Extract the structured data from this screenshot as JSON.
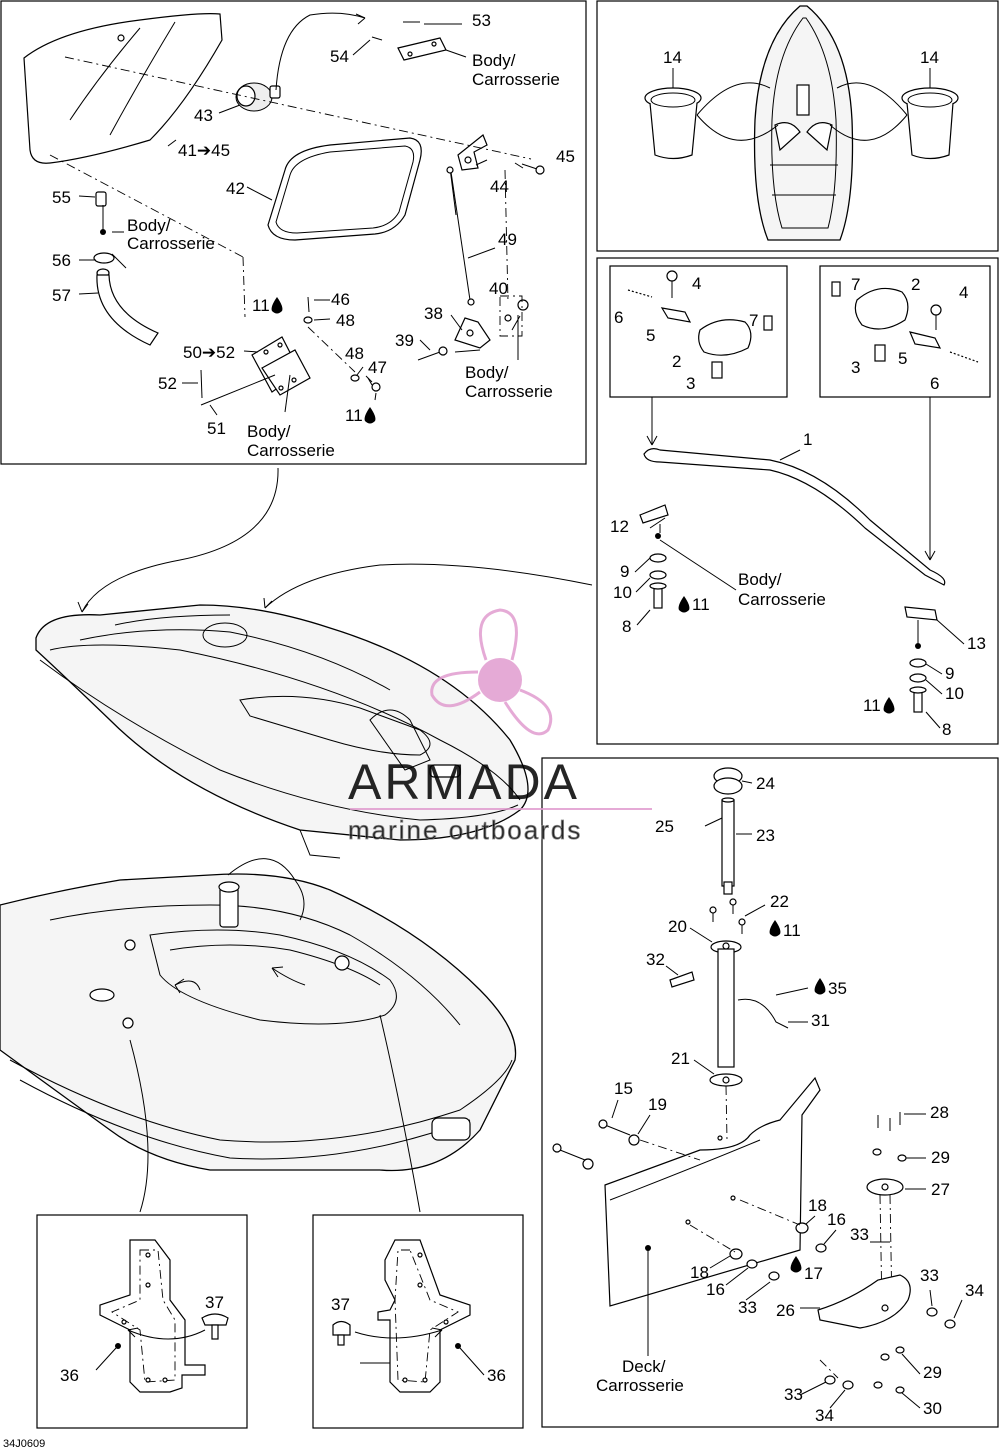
{
  "figure_code": "34J0609",
  "watermark": {
    "brand": "ARMADA",
    "tagline": "marine outboards",
    "accent_color": "#e19ccf",
    "text_color": "#555555"
  },
  "colors": {
    "line": "#000000",
    "background": "#ffffff"
  },
  "common": {
    "body_l1": "Body/",
    "body_l2": "Carrosserie",
    "deck_l1": "Deck/",
    "deck_l2": "Carrosserie",
    "loctite_icon": "oil-drop-icon"
  },
  "callouts": {
    "c1": "1",
    "c2": "2",
    "c3": "3",
    "c4": "4",
    "c5": "5",
    "c6": "6",
    "c7": "7",
    "c8": "8",
    "c9": "9",
    "c10": "10",
    "c11": "11",
    "c12": "12",
    "c13": "13",
    "c14": "14",
    "c15": "15",
    "c16": "16",
    "c17": "17",
    "c18": "18",
    "c19": "19",
    "c20": "20",
    "c21": "21",
    "c22": "22",
    "c23": "23",
    "c24": "24",
    "c25": "25",
    "c26": "26",
    "c27": "27",
    "c28": "28",
    "c29": "29",
    "c30": "30",
    "c31": "31",
    "c32": "32",
    "c33": "33",
    "c34": "34",
    "c35": "35",
    "c36": "36",
    "c37": "37",
    "c38": "38",
    "c39": "39",
    "c40": "40",
    "c41_45": "41➔45",
    "c42": "42",
    "c43": "43",
    "c44": "44",
    "c45": "45",
    "c46": "46",
    "c47": "47",
    "c48": "48",
    "c49": "49",
    "c50_52": "50➔52",
    "c51": "51",
    "c52": "52",
    "c53": "53",
    "c54": "54",
    "c55": "55",
    "c56": "56",
    "c57": "57"
  }
}
